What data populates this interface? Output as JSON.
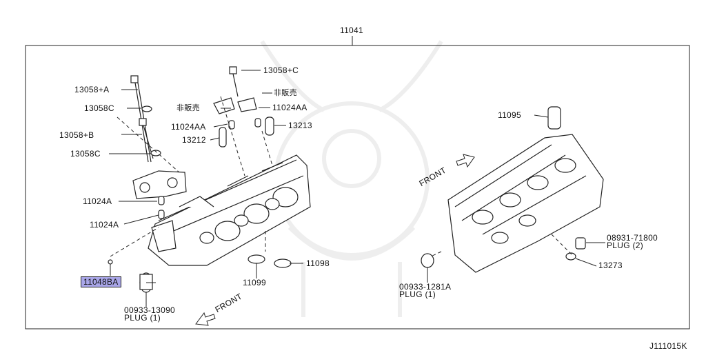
{
  "diagram": {
    "assembly_number": "11041",
    "figure_code": "J111015K",
    "front_label_left": "FRONT",
    "front_label_right": "FRONT",
    "parts": {
      "p13058a": "13058+A",
      "p13058c_top": "13058C",
      "p13058b": "13058+B",
      "p13058c_bot": "13058C",
      "p11024a_upper": "11024A",
      "p11024a_lower": "11024A",
      "p11048ba": "11048BA",
      "p00933_13090": "00933-13090",
      "plug1_left": "PLUG (1)",
      "p13058c_right": "13058+C",
      "hanbai_1": "非販売",
      "hanbai_2": "非販売",
      "p11024aa_right": "11024AA",
      "p11024aa_left": "11024AA",
      "p13213": "13213",
      "p13212": "13212",
      "p11099": "11099",
      "p11098": "11098",
      "p11095": "11095",
      "p00933_1281a": "00933-1281A",
      "plug1_right": "PLUG (1)",
      "p08931_71800": "08931-71800",
      "plug2": "PLUG (2)",
      "p13273": "13273"
    }
  }
}
